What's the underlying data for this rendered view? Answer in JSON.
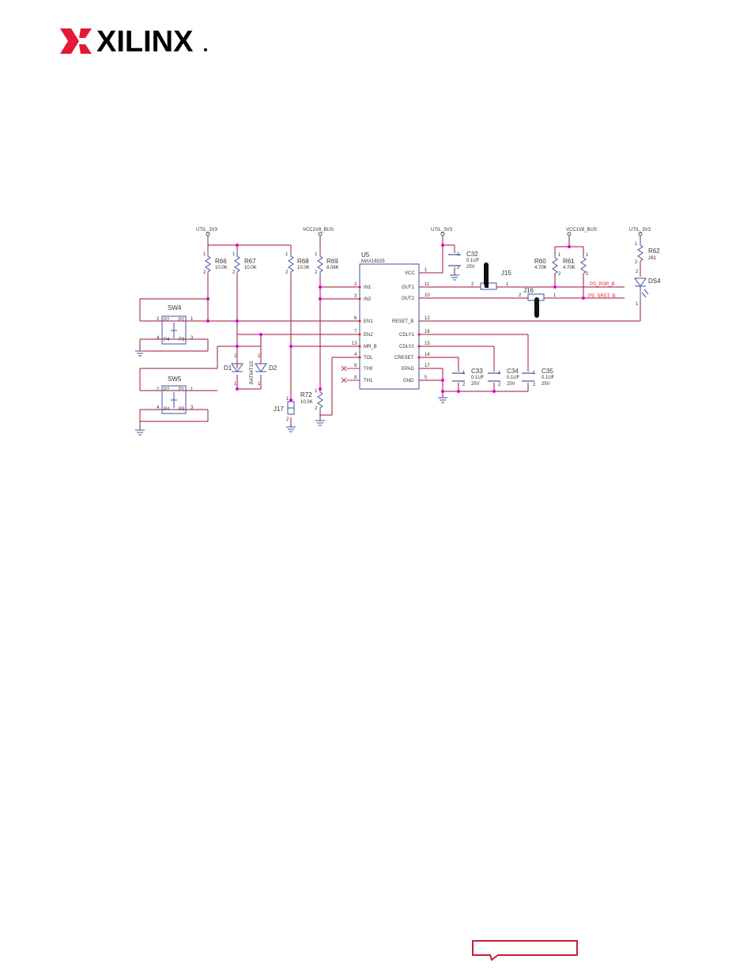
{
  "brand": {
    "name": "XILINX",
    "color": "#000000",
    "accent": "#e31937"
  },
  "colors": {
    "wire": "#a0123c",
    "net": "#b03060",
    "junction": "#e000e0",
    "part": "#4050a0",
    "label_red": "#e02020",
    "text": "#333333"
  },
  "power_labels": {
    "util_a": "UTIL_3V3",
    "vcc_a": "VCC1V8_BUS",
    "util_b": "UTIL_3V3",
    "vcc_b": "VCC1V8_BUS",
    "util_c": "UTIL_3V3"
  },
  "resistors": {
    "r66": {
      "ref": "R66",
      "value": "10.0K"
    },
    "r67": {
      "ref": "R67",
      "value": "10.0K"
    },
    "r68": {
      "ref": "R68",
      "value": "10.0K"
    },
    "r69": {
      "ref": "R69",
      "value": "8.06K"
    },
    "r60": {
      "ref": "R60",
      "value": "4.70K"
    },
    "r61": {
      "ref": "R61",
      "value": "4.70K"
    },
    "r62": {
      "ref": "R62",
      "value": "261"
    },
    "r72": {
      "ref": "R72",
      "value": "10.0K"
    }
  },
  "capacitors": {
    "c32": {
      "ref": "C32",
      "value": "0.1UF",
      "volt": "25V"
    },
    "c33": {
      "ref": "C33",
      "value": "0.1UF",
      "volt": "25V"
    },
    "c34": {
      "ref": "C34",
      "value": "0.1UF",
      "volt": "25V"
    },
    "c35": {
      "ref": "C35",
      "value": "0.1UF",
      "volt": "25V"
    }
  },
  "switches": {
    "sw4": {
      "ref": "SW4",
      "p1": "P1",
      "p2": "P2",
      "p3": "P3",
      "p4": "P4"
    },
    "sw5": {
      "ref": "SW5",
      "p1": "P1",
      "p2": "P2",
      "p3": "P3",
      "p4": "P4"
    }
  },
  "diodes": {
    "d1": "D1",
    "d2": "D2",
    "part": "BAT54T1G",
    "ds4": "DS4"
  },
  "jumpers": {
    "j15": "J15",
    "j16": "J16",
    "j17": "J17"
  },
  "ic": {
    "ref": "U5",
    "part": "MAX16025",
    "left_pins": [
      {
        "num": "2",
        "name": "IN1"
      },
      {
        "num": "3",
        "name": "IN2"
      },
      {
        "num": "6",
        "name": "EN1"
      },
      {
        "num": "7",
        "name": "EN2"
      },
      {
        "num": "13",
        "name": "MR_B"
      },
      {
        "num": "4",
        "name": "TOL"
      },
      {
        "num": "9",
        "name": "TH0"
      },
      {
        "num": "8",
        "name": "TH1"
      }
    ],
    "right_pins": [
      {
        "num": "1",
        "name": "VCC"
      },
      {
        "num": "11",
        "name": "OUT1"
      },
      {
        "num": "10",
        "name": "OUT2"
      },
      {
        "num": "12",
        "name": "RESET_B"
      },
      {
        "num": "16",
        "name": "CDLY1"
      },
      {
        "num": "15",
        "name": "CDLY2"
      },
      {
        "num": "14",
        "name": "CRESET"
      },
      {
        "num": "17",
        "name": "EPAD"
      },
      {
        "num": "5",
        "name": "GND"
      }
    ]
  },
  "nets": {
    "por": "PS_POR_B",
    "srst": "PS_SRST_B"
  },
  "pin_numbers": {
    "one": "1",
    "two": "2",
    "three": "3",
    "four": "4"
  }
}
